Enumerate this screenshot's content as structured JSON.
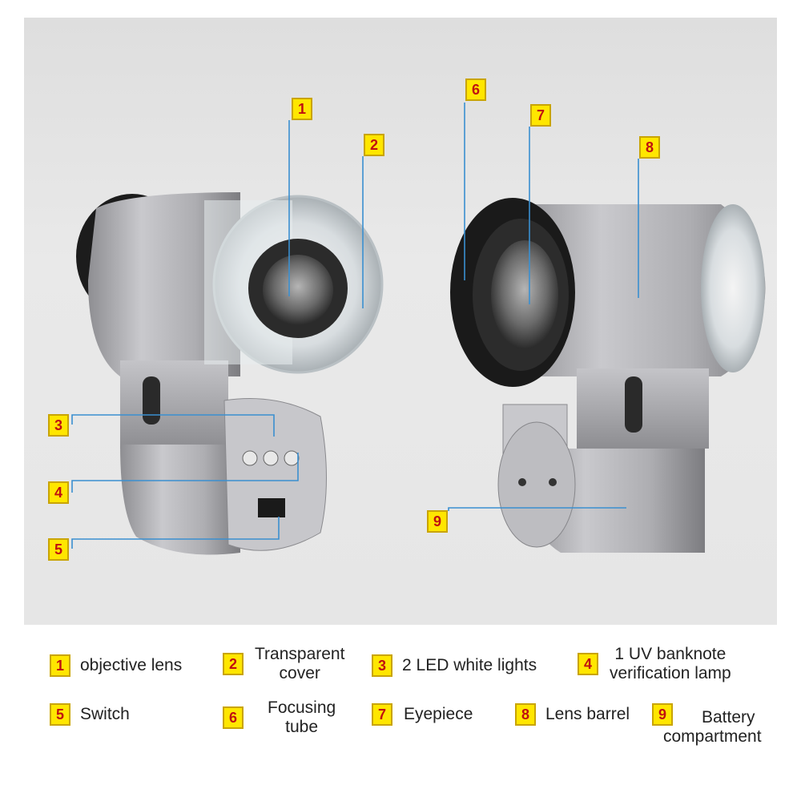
{
  "callout_numbers": [
    "1",
    "2",
    "3",
    "4",
    "5",
    "6",
    "7",
    "8",
    "9"
  ],
  "legend": [
    {
      "num": "1",
      "lines": [
        "objective lens"
      ]
    },
    {
      "num": "2",
      "lines": [
        "Transparent",
        "cover"
      ]
    },
    {
      "num": "3",
      "lines": [
        "2 LED white lights"
      ]
    },
    {
      "num": "4",
      "lines": [
        "1 UV banknote",
        "verification lamp"
      ]
    },
    {
      "num": "5",
      "lines": [
        "Switch"
      ]
    },
    {
      "num": "6",
      "lines": [
        "Focusing",
        "tube"
      ]
    },
    {
      "num": "7",
      "lines": [
        "Eyepiece"
      ]
    },
    {
      "num": "8",
      "lines": [
        "Lens barrel"
      ]
    },
    {
      "num": "9",
      "lines": [
        "Battery",
        "compartment"
      ]
    }
  ],
  "colors": {
    "callout_fill": "#ffe600",
    "callout_text": "#c01010",
    "leader_line": "#3a8fd0",
    "body_silver": "#b8b8bc",
    "rubber": "#1c1c1c"
  }
}
